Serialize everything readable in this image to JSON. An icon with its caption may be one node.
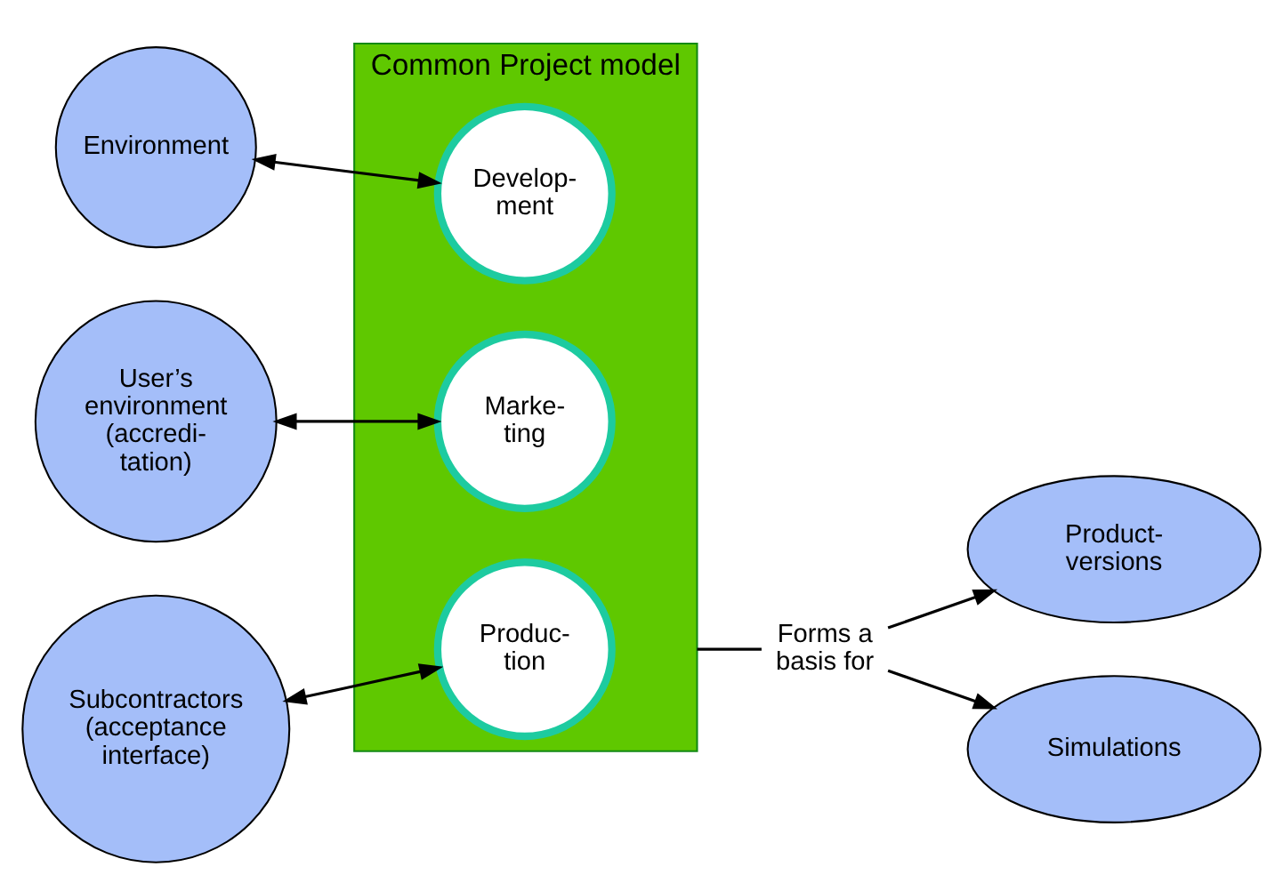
{
  "diagram": {
    "nodes": [
      {
        "text": [
          "Environment"
        ]
      },
      {
        "text": [
          "Common Project model"
        ]
      },
      {
        "text": [
          "Develop- ment"
        ],
        "in": 1
      },
      {
        "text": [
          "Marke- ting"
        ],
        "in": 1
      },
      {
        "text": [
          "Produc- tion"
        ],
        "in": 1
      },
      {
        "text": [
          "User’s environment (accredi- tation)"
        ]
      },
      {
        "text": [
          "Forms a basis for"
        ]
      },
      {
        "text": [
          "Product- versions"
        ]
      },
      {
        "text": [
          "Simulations"
        ]
      },
      {
        "text": [
          "Subcontractors (acceptance interface)"
        ]
      }
    ],
    "edges": [
      {
        "from": 0,
        "to": 2,
        "arrow": "both"
      },
      {
        "from": 5,
        "to": 3,
        "arrow": "both"
      },
      {
        "from": 9,
        "to": 4,
        "arrow": "both"
      },
      {
        "from": 1,
        "to": 6,
        "arrow": "none"
      },
      {
        "from": 6,
        "to": 7,
        "arrow": "to"
      },
      {
        "from": 6,
        "to": 8,
        "arrow": "to"
      }
    ]
  }
}
